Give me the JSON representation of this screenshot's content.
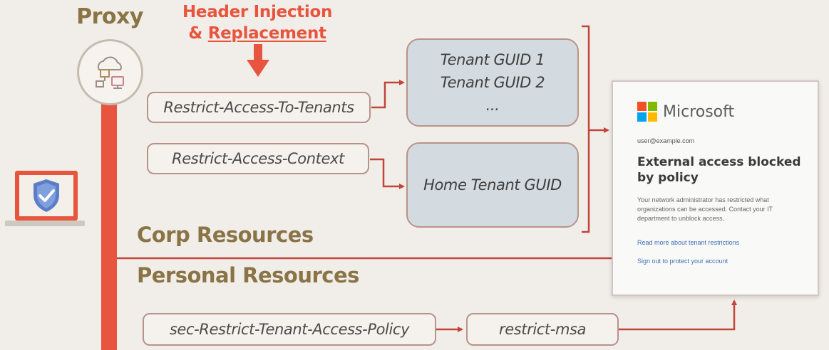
{
  "proxy": {
    "title": "Proxy",
    "icon": "cloud-network-icon"
  },
  "header_injection": {
    "line1": "Header Injection",
    "line2_prefix": "& ",
    "line2_underlined": "Replacement"
  },
  "headers": {
    "restrict_access_to_tenants": "Restrict-Access-To-Tenants",
    "restrict_access_context": "Restrict-Access-Context",
    "sec_restrict_policy": "sec-Restrict-Tenant-Access-Policy",
    "restrict_msa": "restrict-msa"
  },
  "tenant_list": {
    "items": [
      "Tenant GUID 1",
      "Tenant GUID 2",
      "..."
    ]
  },
  "home_tenant": {
    "label": "Home Tenant GUID"
  },
  "sections": {
    "corp": "Corp Resources",
    "personal": "Personal Resources"
  },
  "device": {
    "icon": "shield-check-laptop-icon"
  },
  "block_page": {
    "brand": "Microsoft",
    "user": "user@example.com",
    "heading": "External access blocked by policy",
    "body": "Your network administrator has restricted what organizations can be accessed. Contact your IT department to unblock access.",
    "link1": "Read more about tenant restrictions",
    "link2": "Sign out to protect your account"
  },
  "colors": {
    "accent_red": "#e8553e",
    "label_gold": "#8a7446",
    "connector": "#c0453a",
    "tenant_fill": "#d4dbe0",
    "ms_red": "#f25022",
    "ms_green": "#7fba00",
    "ms_blue": "#00a4ef",
    "ms_yellow": "#ffb900"
  }
}
